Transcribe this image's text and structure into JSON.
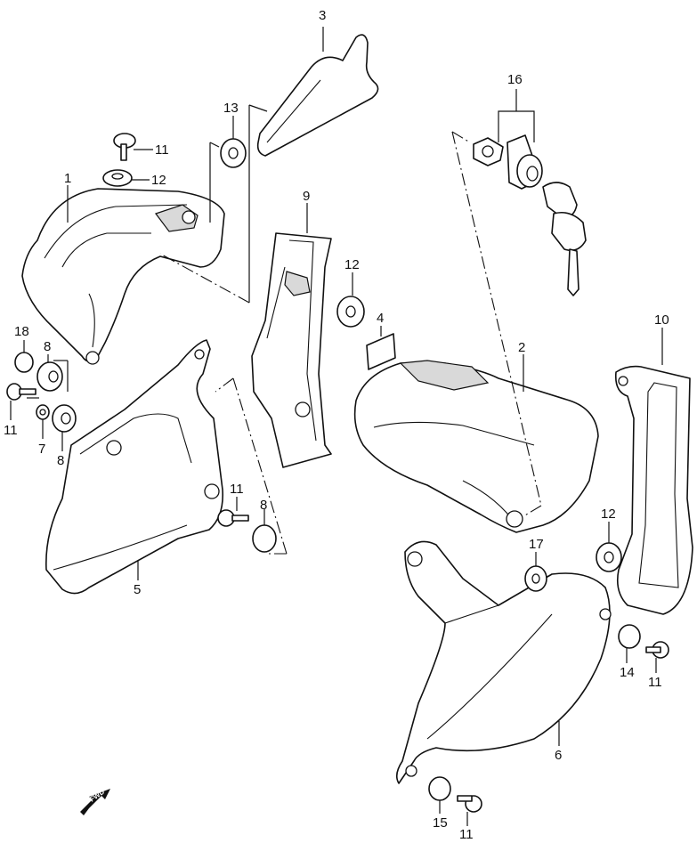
{
  "callouts": {
    "c1": "1",
    "c2": "2",
    "c3": "3",
    "c4": "4",
    "c5": "5",
    "c6": "6",
    "c7": "7",
    "c8a": "8",
    "c8b": "8",
    "c8c": "8",
    "c9": "9",
    "c10": "10",
    "c11a": "11",
    "c11b": "11",
    "c11c": "11",
    "c11d": "11",
    "c11e": "11",
    "c12a": "12",
    "c12b": "12",
    "c12c": "12",
    "c13": "13",
    "c14": "14",
    "c15": "15",
    "c16": "16",
    "c17": "17",
    "c18": "18"
  },
  "fwd_label": "FWD"
}
